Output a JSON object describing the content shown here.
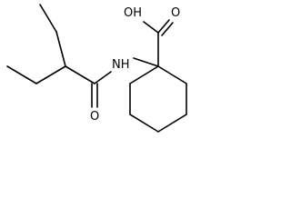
{
  "labels": {
    "carboxyl": "OH",
    "carbonyl_o_acid": "O",
    "amide_nh": "NH",
    "amide_o": "O"
  }
}
